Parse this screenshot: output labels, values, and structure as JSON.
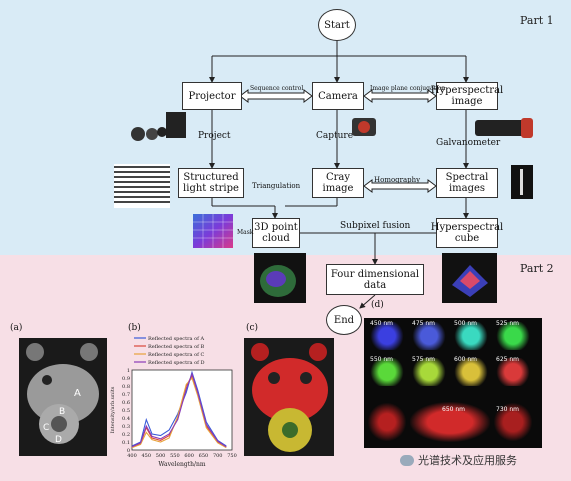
{
  "part1_label": "Part 1",
  "part2_label": "Part 2",
  "nodes": {
    "start": "Start",
    "projector": "Projector",
    "camera": "Camera",
    "hyperspectral_image": "Hyperspectral image",
    "structured_light": "Structured light stripe",
    "gray_image": "Cray image",
    "spectral_images": "Spectral images",
    "point_cloud": "3D point cloud",
    "hyperspectral_cube": "Hyperspectral cube",
    "four_dim": "Four dimensional data",
    "end": "End"
  },
  "edges": {
    "sequence_control": "Sequence control",
    "image_plane_conjugation": "Image plane conjugation",
    "project": "Project",
    "capture": "Capture",
    "galvanometer": "Galvanometer",
    "triangulation": "Triangulation",
    "homography": "Homography",
    "subpixel_fusion": "Subpixel fusion",
    "mask": "Mask"
  },
  "panels": {
    "a": "(a)",
    "b": "(b)",
    "c": "(c)",
    "d": "(d)"
  },
  "panel_a_labels": [
    "A",
    "B",
    "C",
    "D"
  ],
  "chart_data": {
    "type": "line",
    "xlabel": "Wavelength/nm",
    "ylabel": "Intensity/arb.units",
    "xlim": [
      400,
      750
    ],
    "ylim": [
      0,
      1
    ],
    "x_ticks": [
      "400",
      "450",
      "500",
      "550",
      "600",
      "650",
      "700",
      "750"
    ],
    "y_ticks": [
      "0",
      "0.1",
      "0.2",
      "0.3",
      "0.4",
      "0.5",
      "0.6",
      "0.7",
      "0.8",
      "0.9",
      "1"
    ],
    "x": [
      400,
      430,
      450,
      470,
      500,
      530,
      560,
      590,
      610,
      630,
      660,
      700,
      730
    ],
    "series": [
      {
        "name": "Reflected spectra of A",
        "color": "#3a5bd9",
        "values": [
          0.05,
          0.1,
          0.38,
          0.2,
          0.18,
          0.25,
          0.45,
          0.72,
          0.97,
          0.75,
          0.35,
          0.12,
          0.05
        ]
      },
      {
        "name": "Reflected spectra of B",
        "color": "#d9473a",
        "values": [
          0.04,
          0.08,
          0.28,
          0.15,
          0.12,
          0.18,
          0.4,
          0.8,
          0.93,
          0.7,
          0.3,
          0.1,
          0.04
        ]
      },
      {
        "name": "Reflected spectra of C",
        "color": "#e8a23a",
        "values": [
          0.03,
          0.07,
          0.22,
          0.13,
          0.1,
          0.15,
          0.42,
          0.82,
          0.9,
          0.68,
          0.28,
          0.09,
          0.03
        ]
      },
      {
        "name": "Reflected spectra of D",
        "color": "#8a3ab8",
        "values": [
          0.04,
          0.09,
          0.3,
          0.17,
          0.14,
          0.2,
          0.38,
          0.76,
          0.95,
          0.72,
          0.32,
          0.11,
          0.04
        ]
      }
    ]
  },
  "wavelength_tiles": [
    "450 nm",
    "475 nm",
    "500 nm",
    "525 nm",
    "550 nm",
    "575 nm",
    "600 nm",
    "625 nm",
    "650 nm",
    "730 nm"
  ],
  "watermark": "光谱技术及应用服务"
}
